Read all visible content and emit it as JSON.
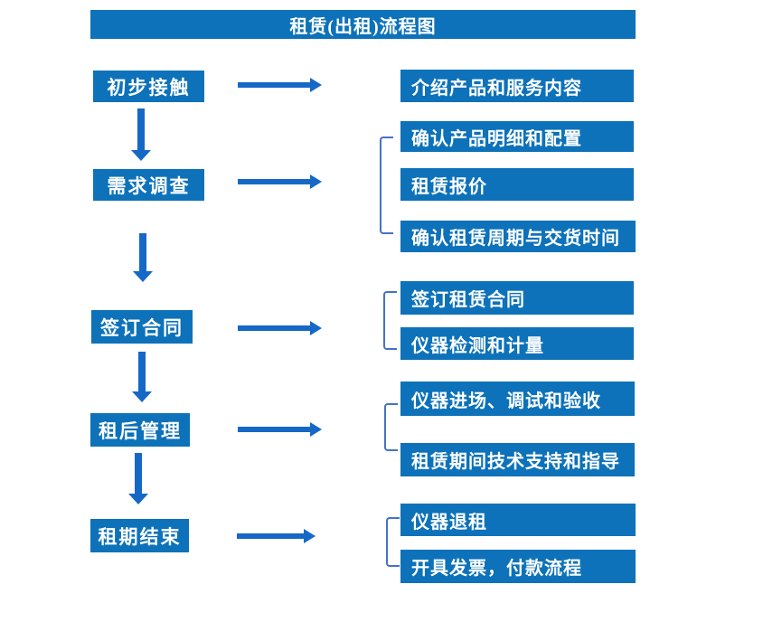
{
  "title": "租赁(出租)流程图",
  "colors": {
    "box_blue": "#0d72b9",
    "arrow_blue": "#1568c6",
    "bracket_blue": "#4472c4",
    "text_white": "#ffffff",
    "background": "#ffffff"
  },
  "steps": [
    {
      "label": "初步接触",
      "details": [
        "介绍产品和服务内容"
      ]
    },
    {
      "label": "需求调查",
      "details": [
        "确认产品明细和配置",
        "租赁报价",
        "确认租赁周期与交货时间"
      ]
    },
    {
      "label": "签订合同",
      "details": [
        "签订租赁合同",
        "仪器检测和计量"
      ]
    },
    {
      "label": "租后管理",
      "details": [
        "仪器进场、调试和验收",
        "租赁期间技术支持和指导"
      ]
    },
    {
      "label": "租期结束",
      "details": [
        "仪器退租",
        "开具发票，付款流程"
      ]
    }
  ]
}
